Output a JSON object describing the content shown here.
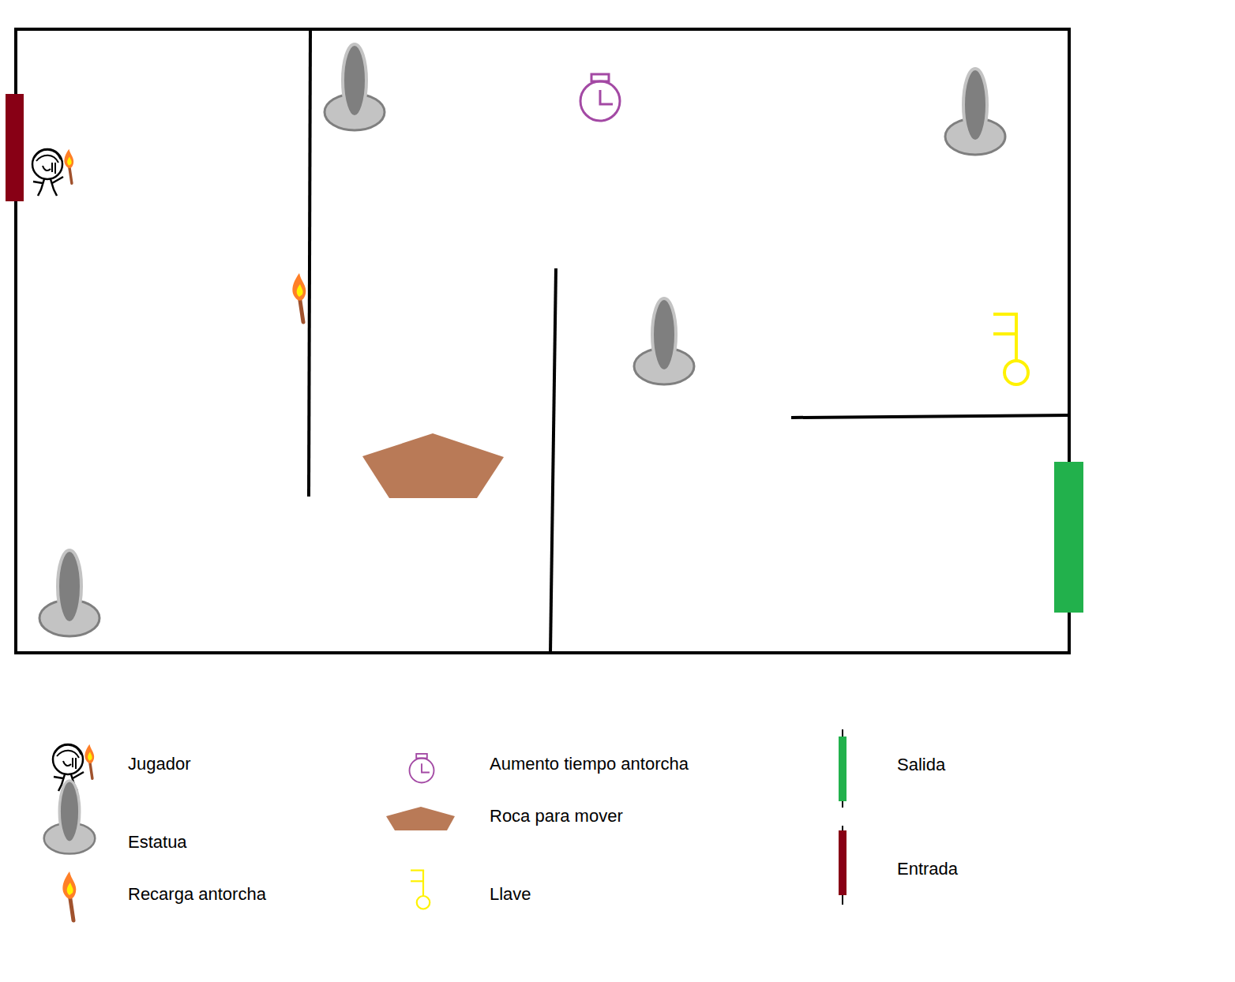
{
  "diagram": {
    "legend": [
      {
        "text": "Jugador"
      },
      {
        "text": "Estatua"
      },
      {
        "text": "Recarga antorcha"
      },
      {
        "text": "Aumento tiempo antorcha"
      },
      {
        "text": "Roca para mover"
      },
      {
        "text": "Llave"
      },
      {
        "text": "Salida",
        "color": "#22b14c"
      },
      {
        "text": "Entrada",
        "color": "#880015"
      }
    ]
  }
}
